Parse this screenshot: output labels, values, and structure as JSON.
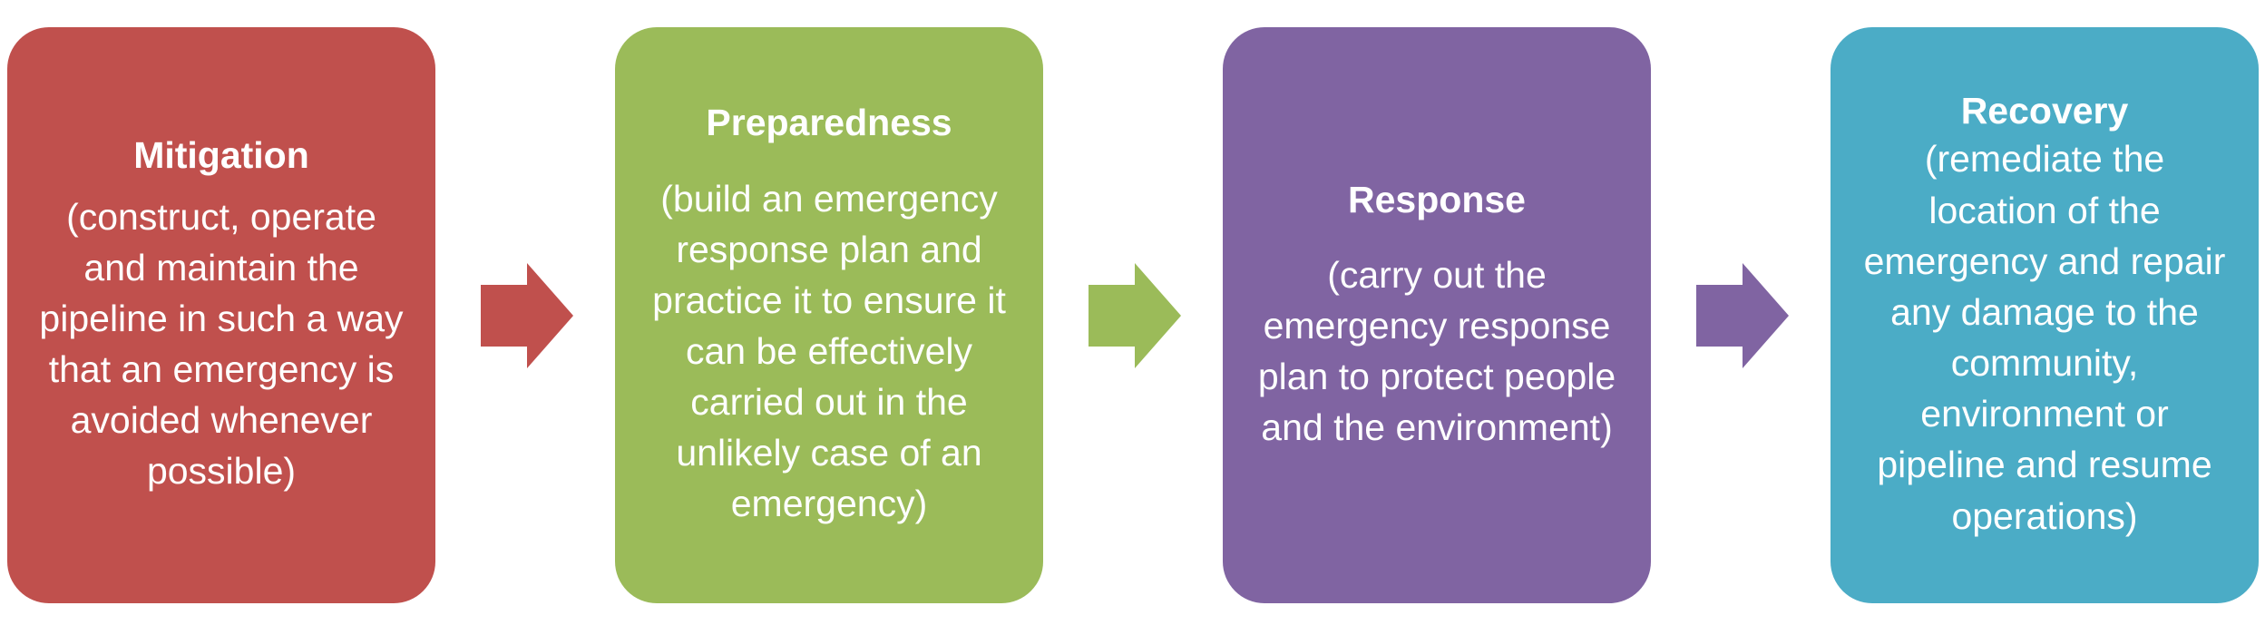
{
  "stages": [
    {
      "title": "Mitigation",
      "description": "(construct, operate and maintain the pipeline in such a way that an emergency is avoided whenever possible)",
      "color": "#c0504d"
    },
    {
      "title": "Preparedness",
      "description": "(build an emergency response plan and practice it to ensure it can be effectively carried out in the unlikely case of an emergency)",
      "color": "#9bbb59"
    },
    {
      "title": "Response",
      "description": "(carry out the emergency response plan to protect people and the environment)",
      "color": "#8064a2"
    },
    {
      "title": "Recovery",
      "description": "(remediate the location of the emergency and repair any damage to the community, environment or pipeline and resume operations)",
      "color": "#4bacc6"
    }
  ],
  "arrows": [
    {
      "color": "#c0504d"
    },
    {
      "color": "#9bbb59"
    },
    {
      "color": "#8064a2"
    }
  ]
}
